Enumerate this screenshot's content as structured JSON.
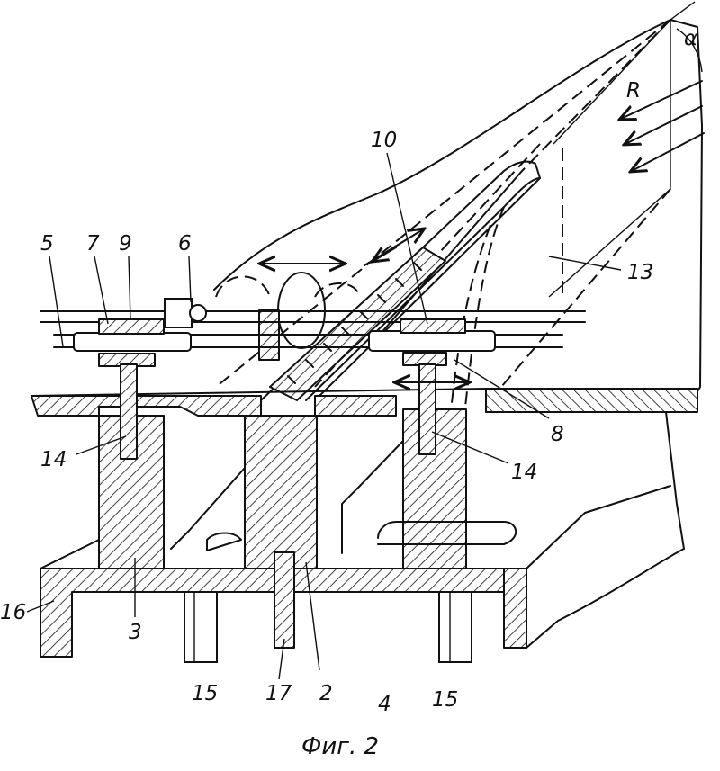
{
  "figure": {
    "caption": "Фиг. 2",
    "labels": {
      "l5": "5",
      "l7": "7",
      "l9": "9",
      "l6": "6",
      "l10": "10",
      "l13": "13",
      "l8": "8",
      "l14a": "14",
      "l14b": "14",
      "l16": "16",
      "l3": "3",
      "l15a": "15",
      "l17": "17",
      "l2": "2",
      "l4": "4",
      "l15b": "15",
      "lR": "R",
      "lalpha": "α"
    }
  },
  "colors": {
    "ink": "#111111",
    "paper": "#ffffff"
  }
}
